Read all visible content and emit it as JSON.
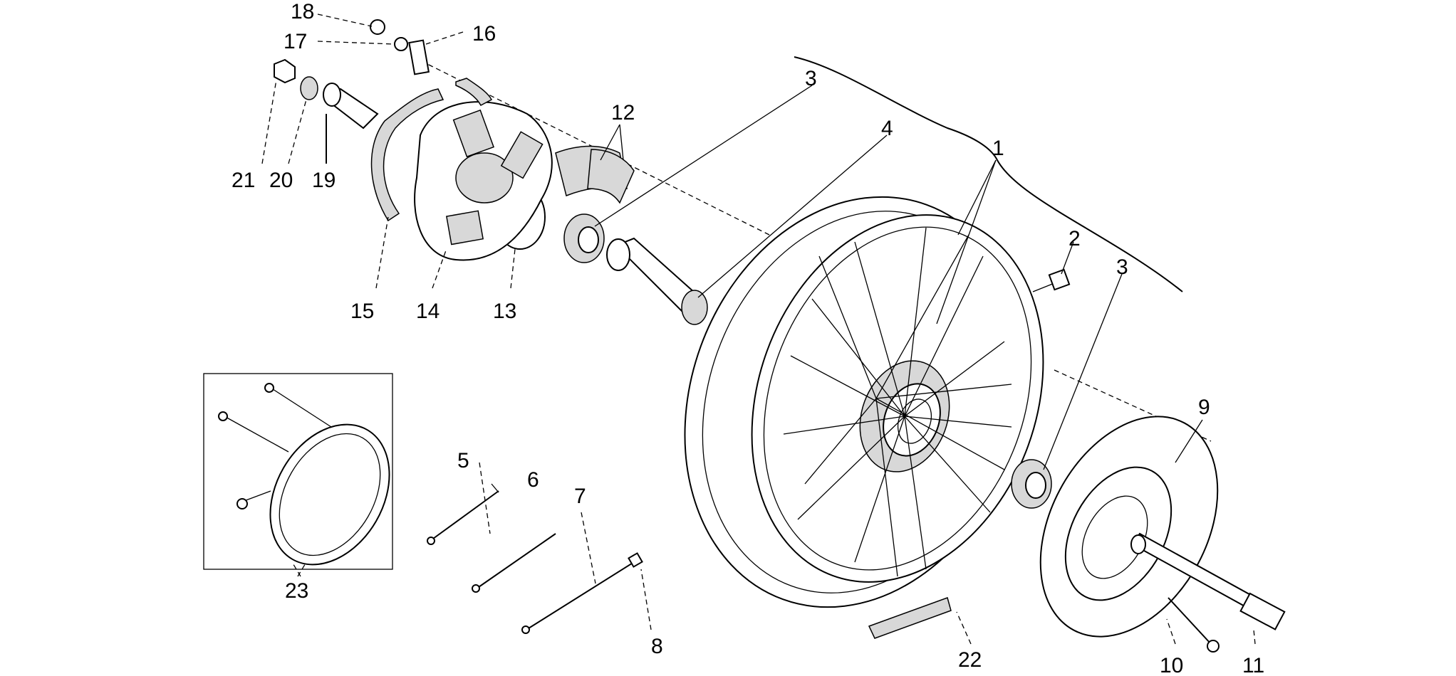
{
  "callouts": {
    "n1": "1",
    "n2": "2",
    "n3a": "3",
    "n3b": "3",
    "n4": "4",
    "n5": "5",
    "n6": "6",
    "n7": "7",
    "n8": "8",
    "n9": "9",
    "n10": "10",
    "n11": "11",
    "n12": "12",
    "n13": "13",
    "n14": "14",
    "n15": "15",
    "n16": "16",
    "n17": "17",
    "n18": "18",
    "n19": "19",
    "n20": "20",
    "n21": "21",
    "n22": "22",
    "n23": "23"
  }
}
